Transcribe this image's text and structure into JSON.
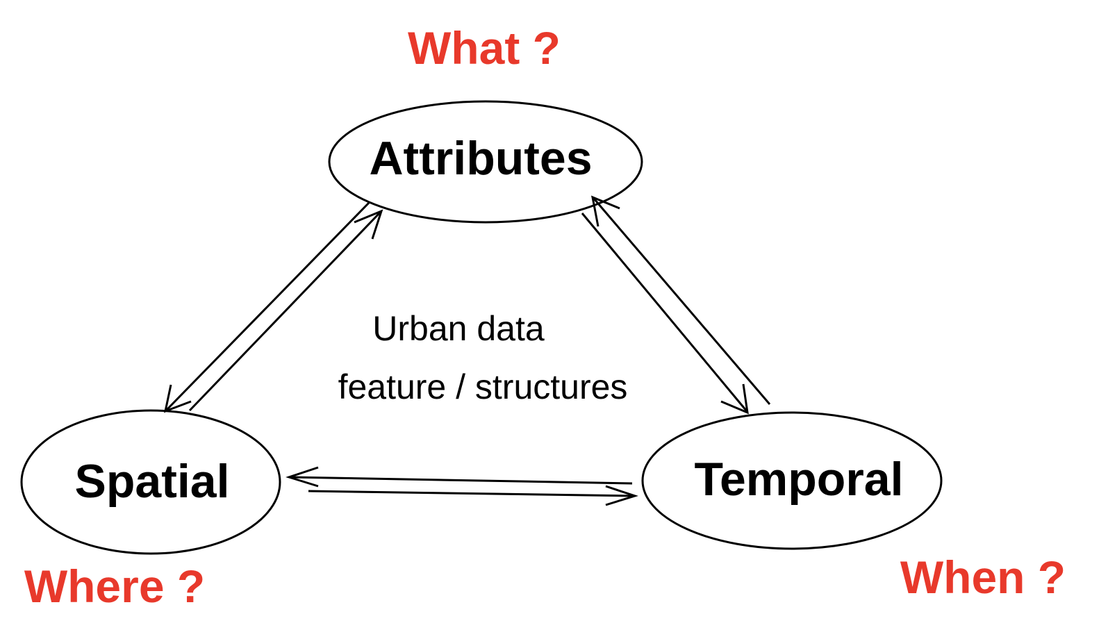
{
  "colors": {
    "question_color": "#e8392b",
    "ink": "#000000",
    "background": "#ffffff"
  },
  "nodes": {
    "attributes": {
      "label": "Attributes",
      "question": "What ?"
    },
    "spatial": {
      "label": "Spatial",
      "question": "Where ?"
    },
    "temporal": {
      "label": "Temporal",
      "question": "When ?"
    }
  },
  "center": {
    "line1": "Urban data",
    "line2": "feature / structures"
  },
  "edges": [
    {
      "from": "attributes",
      "to": "spatial",
      "direction": "bidirectional"
    },
    {
      "from": "attributes",
      "to": "temporal",
      "direction": "bidirectional"
    },
    {
      "from": "spatial",
      "to": "temporal",
      "direction": "bidirectional"
    }
  ]
}
